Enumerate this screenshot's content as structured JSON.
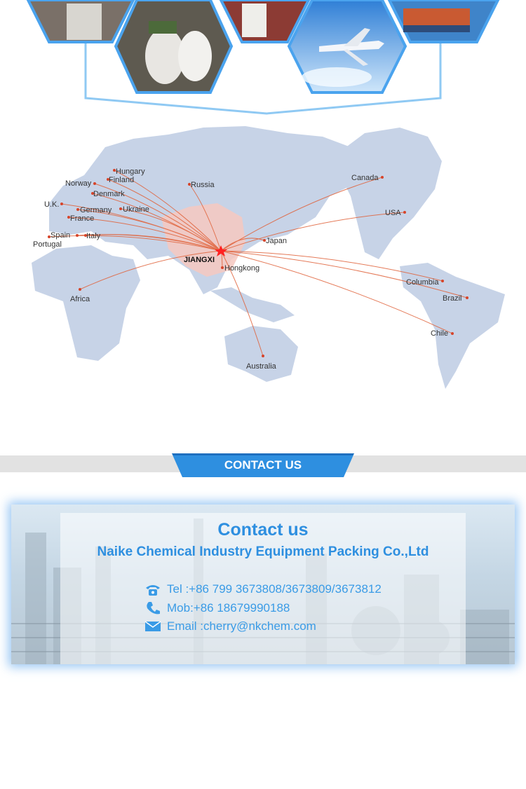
{
  "map": {
    "origin": "JIANGXI",
    "destinations": [
      "Hungary",
      "Finland",
      "Norway",
      "Denmark",
      "Russia",
      "U.K.",
      "Germany",
      "Ukraine",
      "France",
      "Spain",
      "Italy",
      "Portugal",
      "Japan",
      "Hongkong",
      "Africa",
      "Canada",
      "USA",
      "Columbia",
      "Brazil",
      "Chile",
      "Australia"
    ]
  },
  "banner": {
    "label": "CONTACT US"
  },
  "contact": {
    "title": "Contact us",
    "company": "Naike Chemical Industry Equipment Packing Co.,Ltd",
    "tel": "Tel :+86 799 3673808/3673809/3673812",
    "mob": "Mob:+86 18679990188",
    "email": "Email :cherry@nkchem.com",
    "icons": [
      "phone-icon",
      "mobile-icon",
      "email-icon"
    ]
  },
  "colors": {
    "accent": "#2e8fe0",
    "route": "#e0623a",
    "origin_star": "#ff2222"
  }
}
